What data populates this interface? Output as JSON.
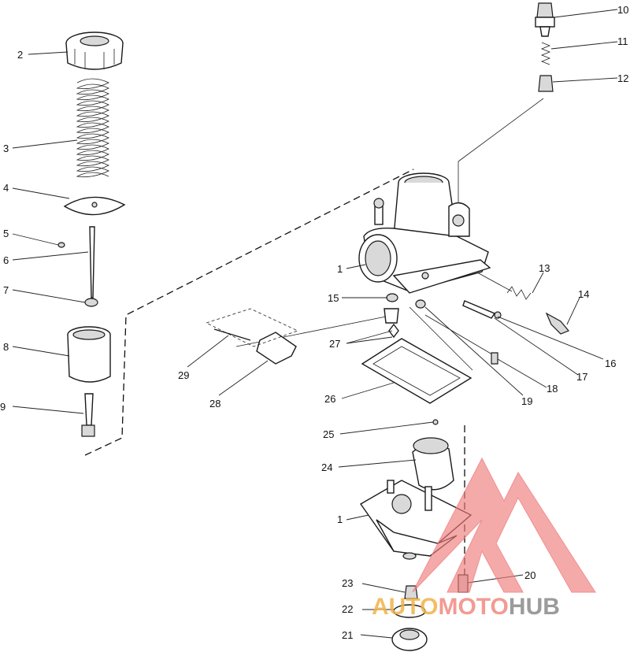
{
  "diagram": {
    "callouts": [
      "1",
      "2",
      "3",
      "4",
      "5",
      "6",
      "7",
      "8",
      "9",
      "10",
      "11",
      "12",
      "13",
      "14",
      "15",
      "16",
      "17",
      "18",
      "19",
      "20",
      "21",
      "22",
      "23",
      "24",
      "25",
      "26",
      "27",
      "28",
      "29",
      "1"
    ]
  },
  "watermark": {
    "part1": "AUTO",
    "part2": "MOTO",
    "part3": "HUB",
    "colors": {
      "auto": "#f0b34a",
      "moto": "#f08a80",
      "hub": "#8a8a8a",
      "triangle": "#f07a7a"
    }
  }
}
